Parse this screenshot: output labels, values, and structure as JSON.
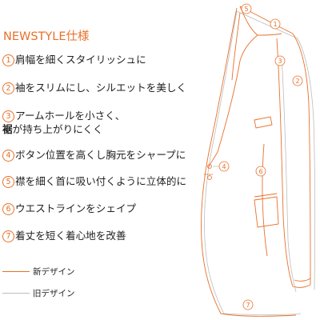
{
  "title": "NEWSTYLE仕様",
  "features": [
    {
      "num": "1",
      "line1": "肩幅を細くスタイリッシュに"
    },
    {
      "num": "2",
      "line1": "袖をスリムにし、シルエットを美しく"
    },
    {
      "num": "3",
      "line1": "アームホールを小さく、",
      "line2_bold": "裾",
      "line2_rest": "が持ち上がりにくく"
    },
    {
      "num": "4",
      "line1": "ボタン位置を高くし胸元をシャープに"
    },
    {
      "num": "5",
      "line1": "襟を細く首に吸い付くように立体的に"
    },
    {
      "num": "6",
      "line1": "ウエストラインをシェイプ"
    },
    {
      "num": "7",
      "line1": "着丈を短く着心地を改善"
    }
  ],
  "legend": {
    "new_label": "新デザイン",
    "old_label": "旧デザイン"
  },
  "colors": {
    "accent": "#e8702a",
    "new_line": "#e8702a",
    "old_line": "#bdbdbd"
  },
  "callouts": [
    "5",
    "1",
    "3",
    "2",
    "4",
    "6",
    "7"
  ]
}
